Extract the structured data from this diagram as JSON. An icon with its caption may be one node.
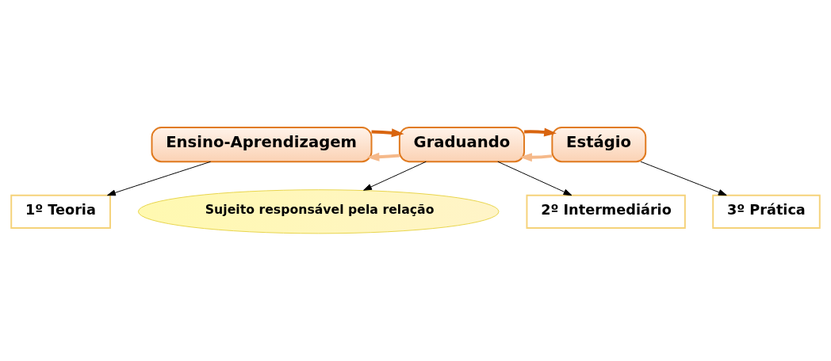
{
  "diagram": {
    "nodes": [
      {
        "text": [
          "Ensino-Aprendizagem"
        ]
      },
      {
        "text": [
          "Graduando"
        ]
      },
      {
        "text": [
          "Estágio"
        ]
      },
      {
        "text": [
          "Sujeito responsável pela relação"
        ]
      },
      {
        "text": [
          "1º Teoria"
        ]
      },
      {
        "text": [
          "2º Intermediário"
        ]
      },
      {
        "text": [
          "3º Prática"
        ]
      }
    ],
    "edges": [
      {
        "from": 1,
        "to": 3,
        "arrow": "to"
      },
      {
        "from": 1,
        "to": 0,
        "arrow": "to",
        "style": "thick",
        "color": "#f5b98a"
      },
      {
        "from": 0,
        "to": 1,
        "arrow": "to",
        "style": "thick",
        "color": "#d9650f"
      },
      {
        "from": 2,
        "to": 1,
        "arrow": "to",
        "style": "thick",
        "color": "#f5b98a"
      },
      {
        "from": 1,
        "to": 2,
        "arrow": "to",
        "style": "thick",
        "color": "#d9650f"
      },
      {
        "from": 0,
        "to": 4,
        "arrow": "to"
      },
      {
        "from": 1,
        "to": 5,
        "arrow": "to"
      },
      {
        "from": 2,
        "to": 6,
        "arrow": "to"
      }
    ]
  }
}
